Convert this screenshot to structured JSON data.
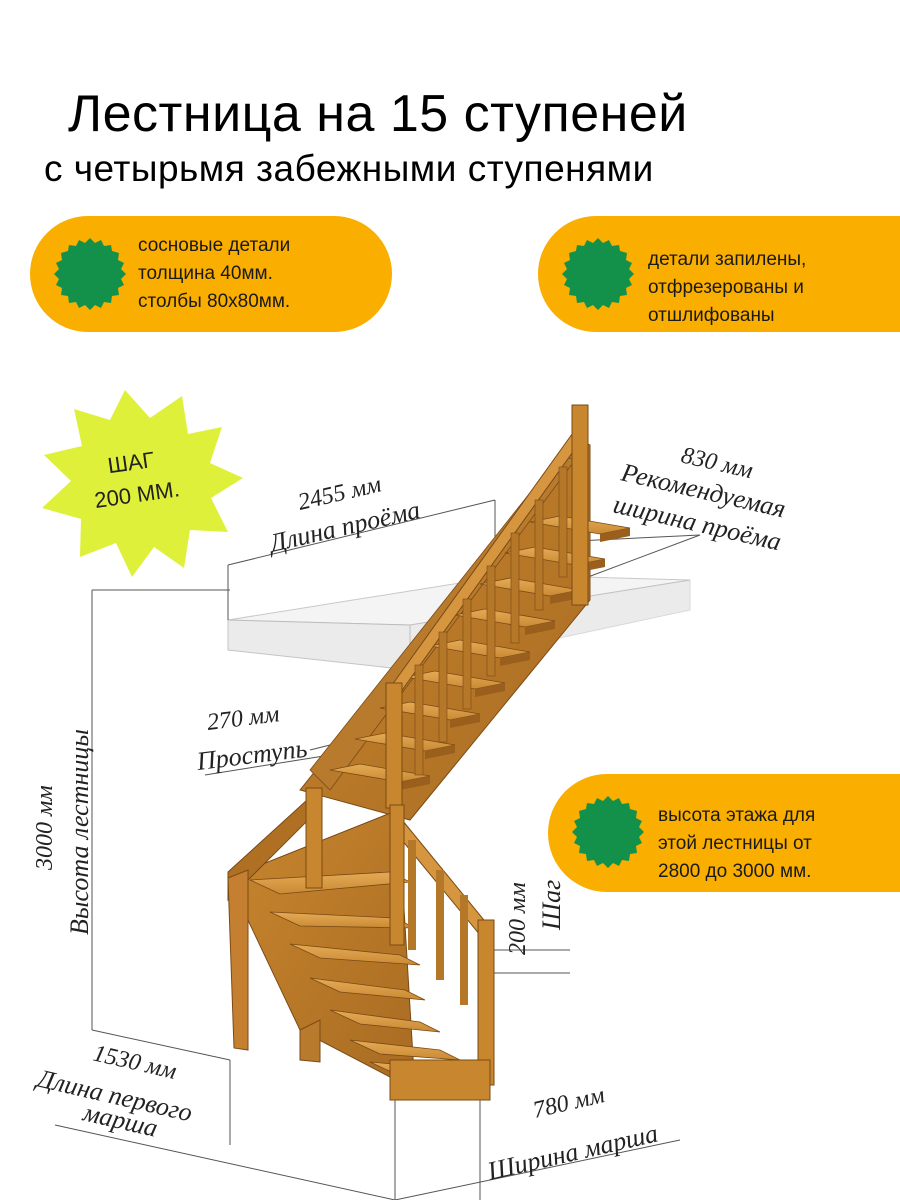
{
  "header": {
    "title": "Лестница на 15 ступеней",
    "subtitle": "с  четырьмя забежными ступенями"
  },
  "badges": {
    "wood": [
      "сосновые детали",
      "толщина 40мм.",
      "столбы 80х80мм."
    ],
    "processing": [
      "детали запилены,",
      "отфрезерованы и",
      "отшлифованы"
    ],
    "floor_height": [
      "высота этажа для",
      "этой лестницы от",
      "2800 до 3000 мм."
    ]
  },
  "star": {
    "line1": "ШАГ",
    "line2": "200 ММ."
  },
  "dimensions": {
    "opening_length": {
      "value": "2455 мм",
      "label": "Длина проёма"
    },
    "opening_width": {
      "value": "830 мм",
      "label1": "Рекомендуемая",
      "label2": "ширина проёма"
    },
    "tread": {
      "value": "270 мм",
      "label": "Проступь"
    },
    "height": {
      "value": "3000 мм",
      "label": "Высота лестницы"
    },
    "step": {
      "value": "200 мм",
      "label": "Шаг"
    },
    "first_flight": {
      "value": "1530 мм",
      "label1": "Длина первого",
      "label2": "марша"
    },
    "flight_width": {
      "value": "780 мм",
      "label": "Ширина марша"
    }
  },
  "colors": {
    "accent": "#f9ae00",
    "seal": "#13914a",
    "star": "#dff03a",
    "wood": "#c8862e",
    "wood_dark": "#9a5f1c",
    "wood_light": "#e0a54f"
  }
}
